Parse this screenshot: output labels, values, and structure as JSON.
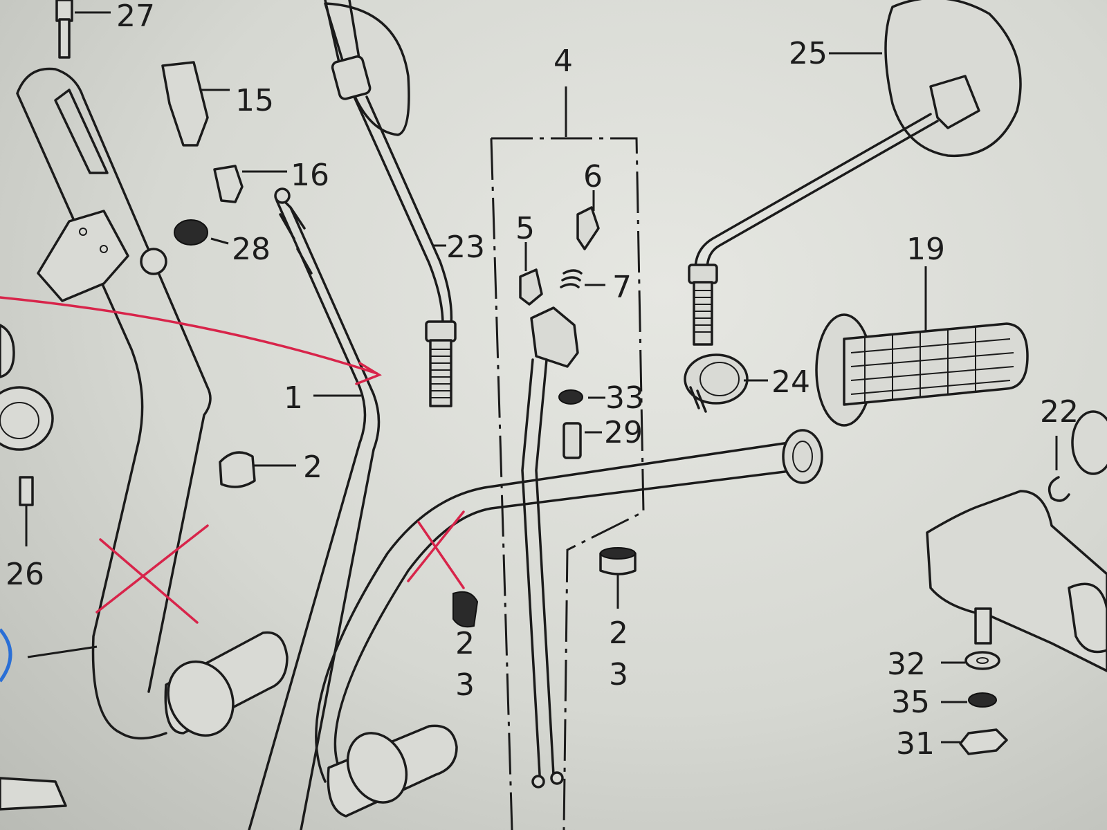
{
  "diagram": {
    "labels": {
      "l27": "27",
      "l15": "15",
      "l16": "16",
      "l28": "28",
      "l23": "23",
      "l4": "4",
      "l6": "6",
      "l5": "5",
      "l7": "7",
      "l33": "33",
      "l29": "29",
      "l25": "25",
      "l19": "19",
      "l24": "24",
      "l22": "22",
      "l1": "1",
      "l2": "2",
      "l26": "26",
      "l32": "32",
      "l35": "35",
      "l31": "31",
      "l23a_top": "2",
      "l23a_bot": "3",
      "l23b_top": "2",
      "l23b_bot": "3"
    },
    "annotations": {
      "ink_color": "#d8244a",
      "circle_color": "#2a6fd6"
    }
  }
}
